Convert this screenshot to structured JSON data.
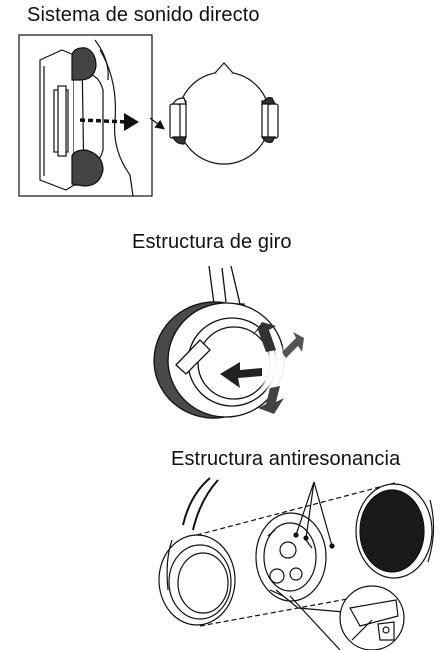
{
  "sections": [
    {
      "id": "direct-sound",
      "caption": "Sistema de sonido directo"
    },
    {
      "id": "swivel",
      "caption": "Estructura de giro"
    },
    {
      "id": "anti-resonance",
      "caption": "Estructura antiresonancia"
    }
  ],
  "colors": {
    "ink": "#111111",
    "cushion": "#444444",
    "cushion_dark": "#1a1a1a",
    "background": "#ffffff"
  }
}
